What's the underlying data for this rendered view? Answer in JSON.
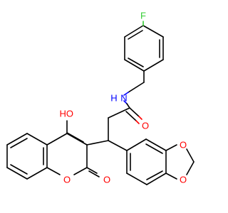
{
  "colors": {
    "carbon_bond": "#000000",
    "oxygen": "#ff0000",
    "nitrogen": "#0000ff",
    "fluorine": "#33cc33"
  },
  "atoms": {
    "fluorine": "F",
    "amide_nh": "N",
    "amide_h": "H",
    "amide_o": "O",
    "hydroxyl": "HO",
    "lactone_ring_o": "O",
    "lactone_carbonyl_o": "O",
    "dioxole_o1": "O",
    "dioxole_o2": "O"
  }
}
